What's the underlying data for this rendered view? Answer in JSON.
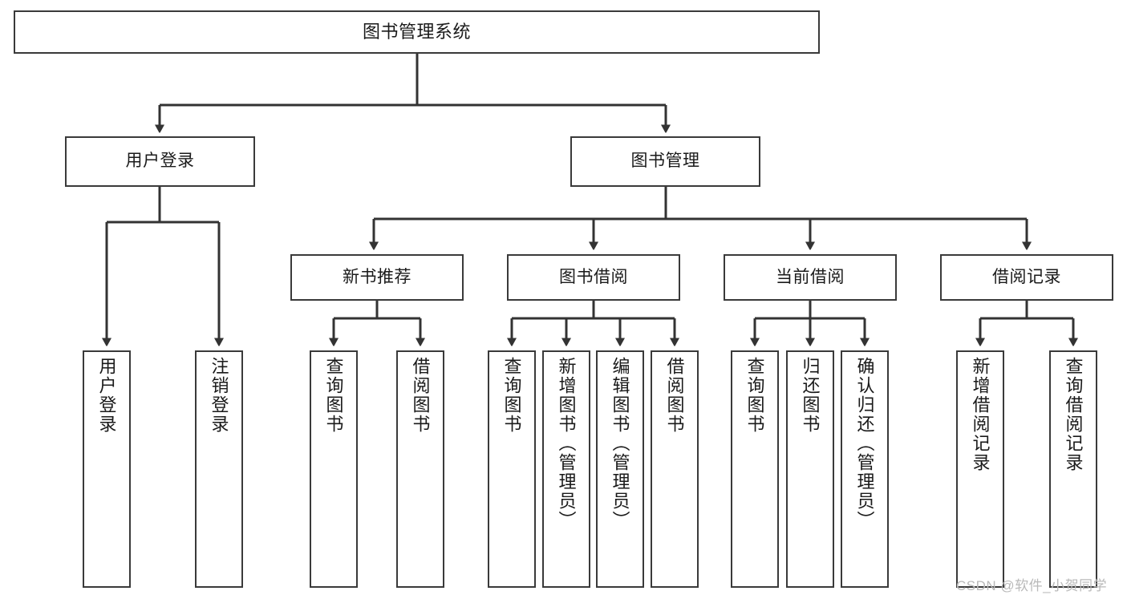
{
  "diagram": {
    "title": "图书管理系统",
    "watermark": "CSDN @软件_小贺同学",
    "colors": {
      "box_border": "#3a3a3a",
      "connector": "#333333",
      "background": "#ffffff",
      "text": "#1a1a1a",
      "watermark": "#b9b9b9"
    },
    "levels": {
      "root": {
        "label": "图书管理系统"
      },
      "level2": [
        {
          "id": "user-login",
          "label": "用户登录"
        },
        {
          "id": "book-management",
          "label": "图书管理"
        }
      ],
      "level3": [
        {
          "id": "new-book-recommend",
          "label": "新书推荐"
        },
        {
          "id": "book-borrow",
          "label": "图书借阅"
        },
        {
          "id": "current-borrow",
          "label": "当前借阅"
        },
        {
          "id": "borrow-record",
          "label": "借阅记录"
        }
      ],
      "leaves": {
        "user_login": [
          {
            "id": "leaf-user-login",
            "label": "用户登录"
          },
          {
            "id": "leaf-logout-login",
            "label": "注销登录"
          }
        ],
        "new_book_recommend": [
          {
            "id": "leaf-query-book-1",
            "label": "查询图书"
          },
          {
            "id": "leaf-borrow-book-1",
            "label": "借阅图书"
          }
        ],
        "book_borrow": [
          {
            "id": "leaf-query-book-2",
            "label": "查询图书"
          },
          {
            "id": "leaf-add-book",
            "label": "新增图书（管理员）"
          },
          {
            "id": "leaf-edit-book",
            "label": "编辑图书（管理员）"
          },
          {
            "id": "leaf-borrow-book-2",
            "label": "借阅图书"
          }
        ],
        "current_borrow": [
          {
            "id": "leaf-query-book-3",
            "label": "查询图书"
          },
          {
            "id": "leaf-return-book",
            "label": "归还图书"
          },
          {
            "id": "leaf-confirm-return",
            "label": "确认归还（管理员）"
          }
        ],
        "borrow_record": [
          {
            "id": "leaf-add-borrow-record",
            "label": "新增借阅记录"
          },
          {
            "id": "leaf-query-borrow-record",
            "label": "查询借阅记录"
          }
        ]
      }
    }
  }
}
